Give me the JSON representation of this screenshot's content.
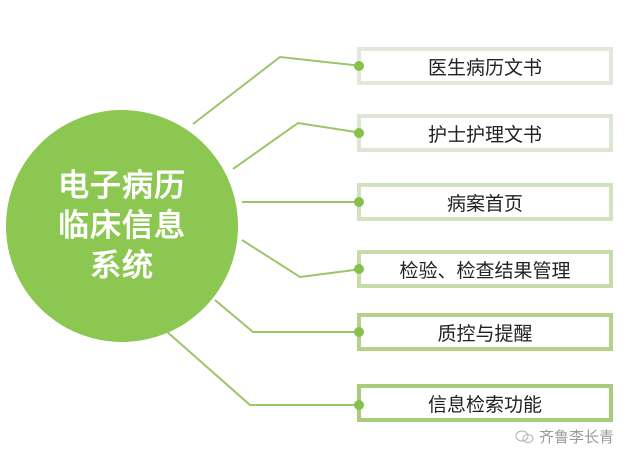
{
  "diagram": {
    "type": "mind-map",
    "hub": {
      "label_lines": [
        "电子病历",
        "临床信息",
        "系统"
      ],
      "color": "#8cc751"
    },
    "branches": [
      {
        "label": "医生病历文书"
      },
      {
        "label": "护士护理文书"
      },
      {
        "label": "病案首页"
      },
      {
        "label": "检验、检查结果管理"
      },
      {
        "label": "质控与提醒"
      },
      {
        "label": "信息检索功能"
      }
    ],
    "connector_color": "#9cc56a",
    "dot_color": "#86c14b"
  },
  "watermark": {
    "icon": "wechat-icon",
    "text": "齐鲁李长青"
  }
}
